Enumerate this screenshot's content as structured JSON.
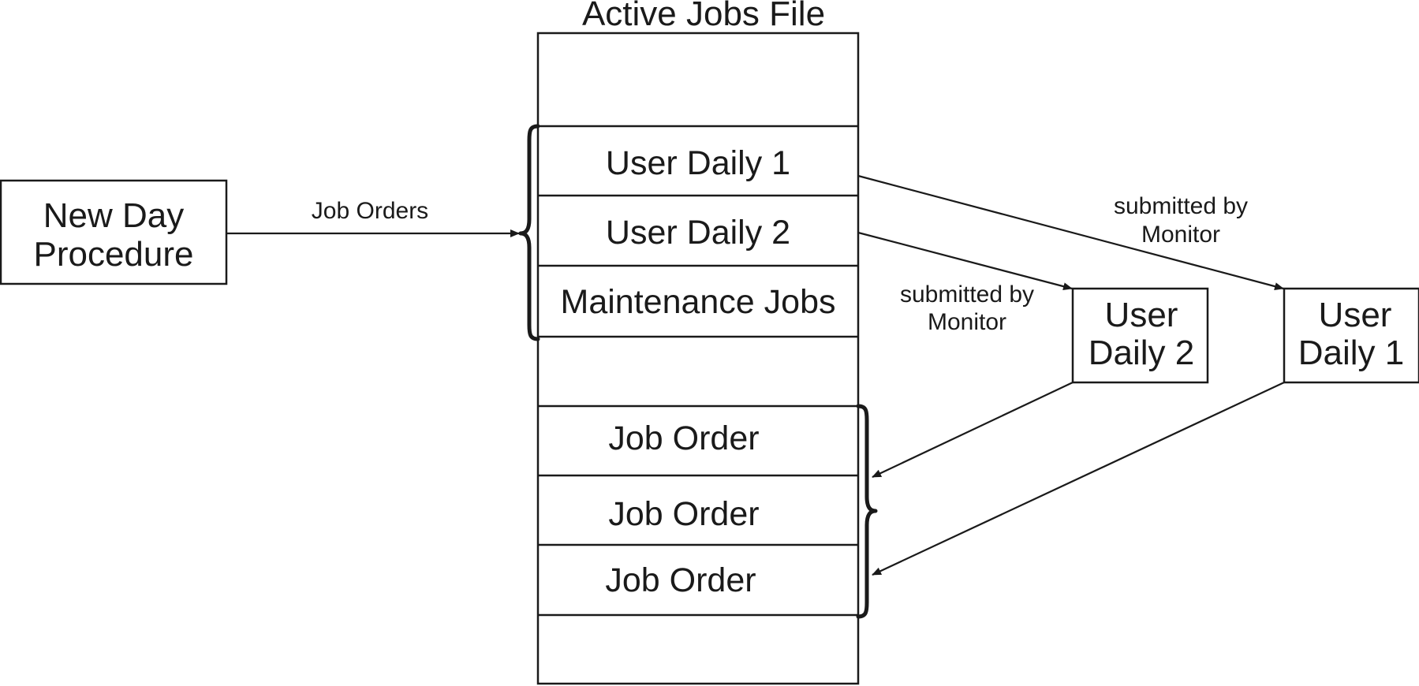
{
  "title": "Active Jobs File",
  "new_day": {
    "line1": "New Day",
    "line2": "Procedure"
  },
  "job_orders_label": "Job Orders",
  "file_rows": {
    "r2": "User Daily 1",
    "r3": "User Daily 2",
    "r4": "Maintenance Jobs",
    "r6": "Job Order",
    "r7": "Job Order",
    "r8": "Job Order"
  },
  "monitor_label_1": {
    "line1": "submitted by",
    "line2": "Monitor"
  },
  "monitor_label_2": {
    "line1": "submitted by",
    "line2": "Monitor"
  },
  "user_daily_2_box": {
    "line1": "User",
    "line2": "Daily 2"
  },
  "user_daily_1_box": {
    "line1": "User",
    "line2": "Daily 1"
  }
}
